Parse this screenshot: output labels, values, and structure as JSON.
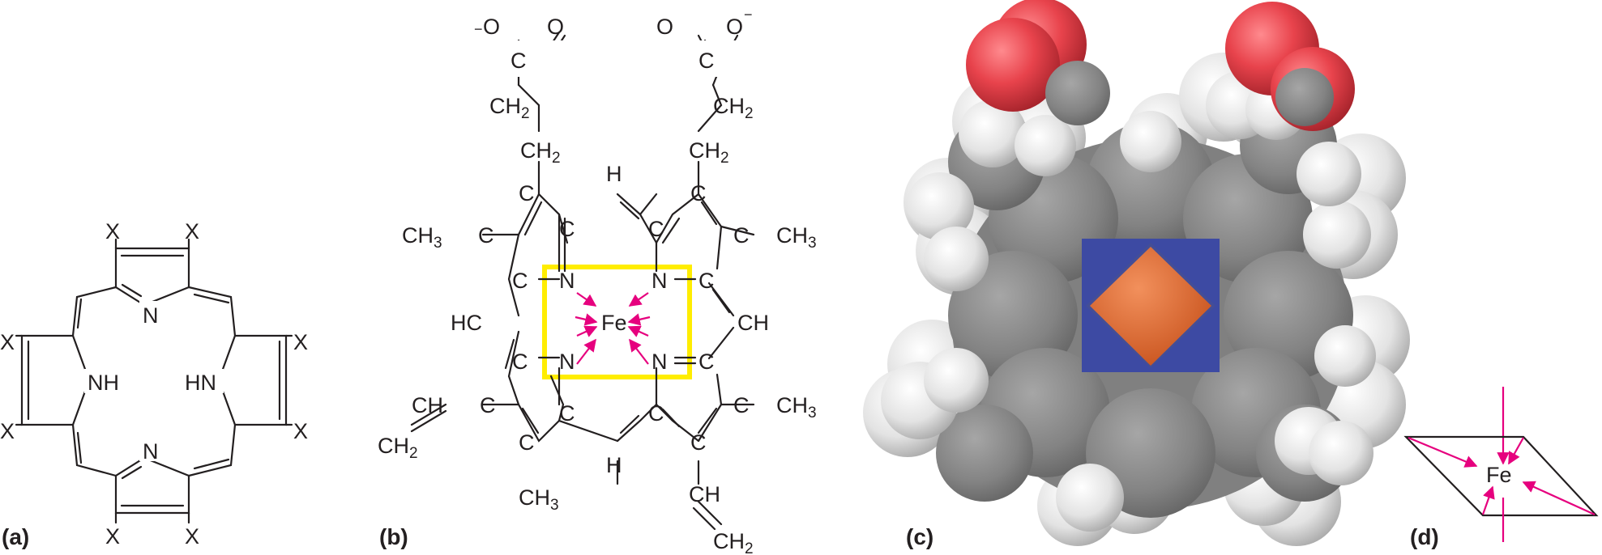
{
  "figure": {
    "labels": {
      "a": "(a)",
      "b": "(b)",
      "c": "(c)",
      "d": "(d)"
    }
  },
  "panel_a": {
    "substituent": "X",
    "nitrogen": "N",
    "pyrrole_nh": "NH",
    "pyrrole_hn": "HN"
  },
  "panel_b": {
    "carbon": "C",
    "hydrogen": "H",
    "nitrogen": "N",
    "iron": "Fe",
    "oxygen": "O",
    "methyl": "CH",
    "methyl_sub": "3",
    "methylene": "CH",
    "methylene_sub": "2",
    "methine": "CH",
    "methine_left": "HC",
    "vinyl_ch": "CH",
    "charge": "−",
    "box_color": "#ffed00",
    "arrow_color": "#e6007e"
  },
  "panel_c": {
    "iron_color": "#e2662f",
    "nitrogen_color": "#3d4aa3",
    "carbon_color": "#7f7f7f",
    "oxygen_color": "#e8434c",
    "hydrogen_color": "#e6e6e6"
  },
  "panel_d": {
    "iron": "Fe",
    "arrow_color": "#e6007e"
  }
}
